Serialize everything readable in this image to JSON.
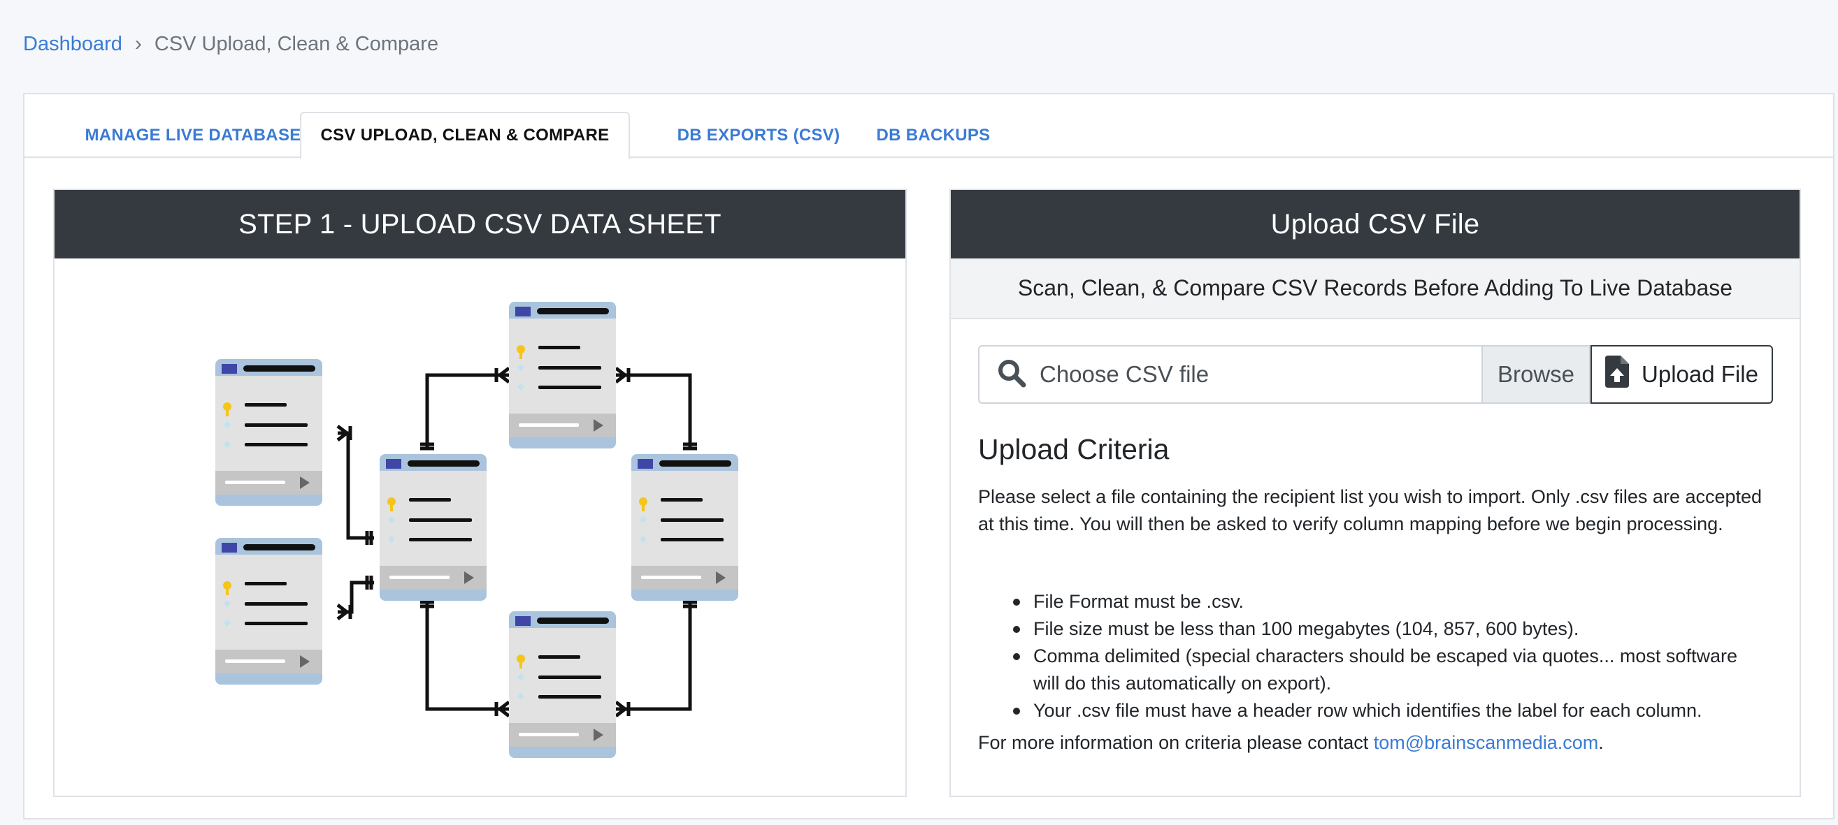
{
  "breadcrumb": {
    "home": "Dashboard",
    "separator": "›",
    "current": "CSV Upload, Clean & Compare"
  },
  "tabs": [
    {
      "label": "MANAGE LIVE DATABASE",
      "active": false
    },
    {
      "label": "CSV UPLOAD, CLEAN & COMPARE",
      "active": true
    },
    {
      "label": "DB EXPORTS (CSV)",
      "active": false
    },
    {
      "label": "DB BACKUPS",
      "active": false
    }
  ],
  "left_panel": {
    "title": "STEP 1 - UPLOAD CSV DATA SHEET",
    "illustration": "database-schema-diagram"
  },
  "right_panel": {
    "title": "Upload CSV File",
    "subtitle": "Scan, Clean, & Compare CSV Records Before Adding To Live Database",
    "file_input_placeholder": "Choose CSV file",
    "browse_label": "Browse",
    "upload_label": "Upload File",
    "criteria_title": "Upload Criteria",
    "criteria_intro": "Please select a file containing the recipient list you wish to import. Only .csv files are accepted at this time. You will then be asked to verify column mapping before we begin processing.",
    "criteria_items": [
      "File Format must be .csv.",
      "File size must be less than 100 megabytes (104, 857, 600 bytes).",
      "Comma delimited (special characters should be escaped via quotes... most software will do this automatically on export).",
      "Your .csv file must have a header row which identifies the label for each column."
    ],
    "contact_prefix": "For more information on criteria please contact ",
    "contact_email": "tom@brainscanmedia.com",
    "contact_suffix": "."
  },
  "colors": {
    "link": "#3a7bd5",
    "panel_header": "#343a40",
    "page_bg": "#f5f7fa"
  },
  "icons": [
    "search-icon",
    "file-upload-icon"
  ]
}
